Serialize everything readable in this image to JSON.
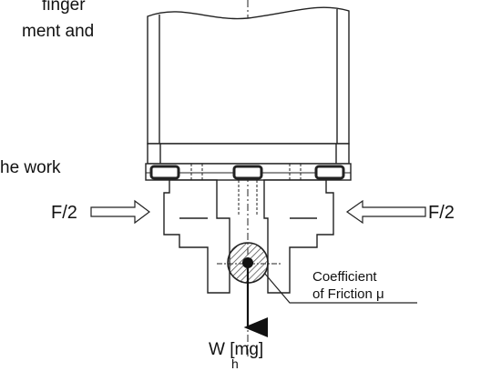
{
  "text_fragments": {
    "line1": "finger",
    "line2": "ment and",
    "line3": "he work",
    "line4": "h"
  },
  "labels": {
    "force_left": "F/2",
    "force_right": "F/2",
    "friction_line1": "Coefficient",
    "friction_line2": "of Friction μ",
    "weight": "W [mg]"
  },
  "colors": {
    "line": "#222222",
    "hatch": "#555555",
    "background": "#ffffff"
  }
}
